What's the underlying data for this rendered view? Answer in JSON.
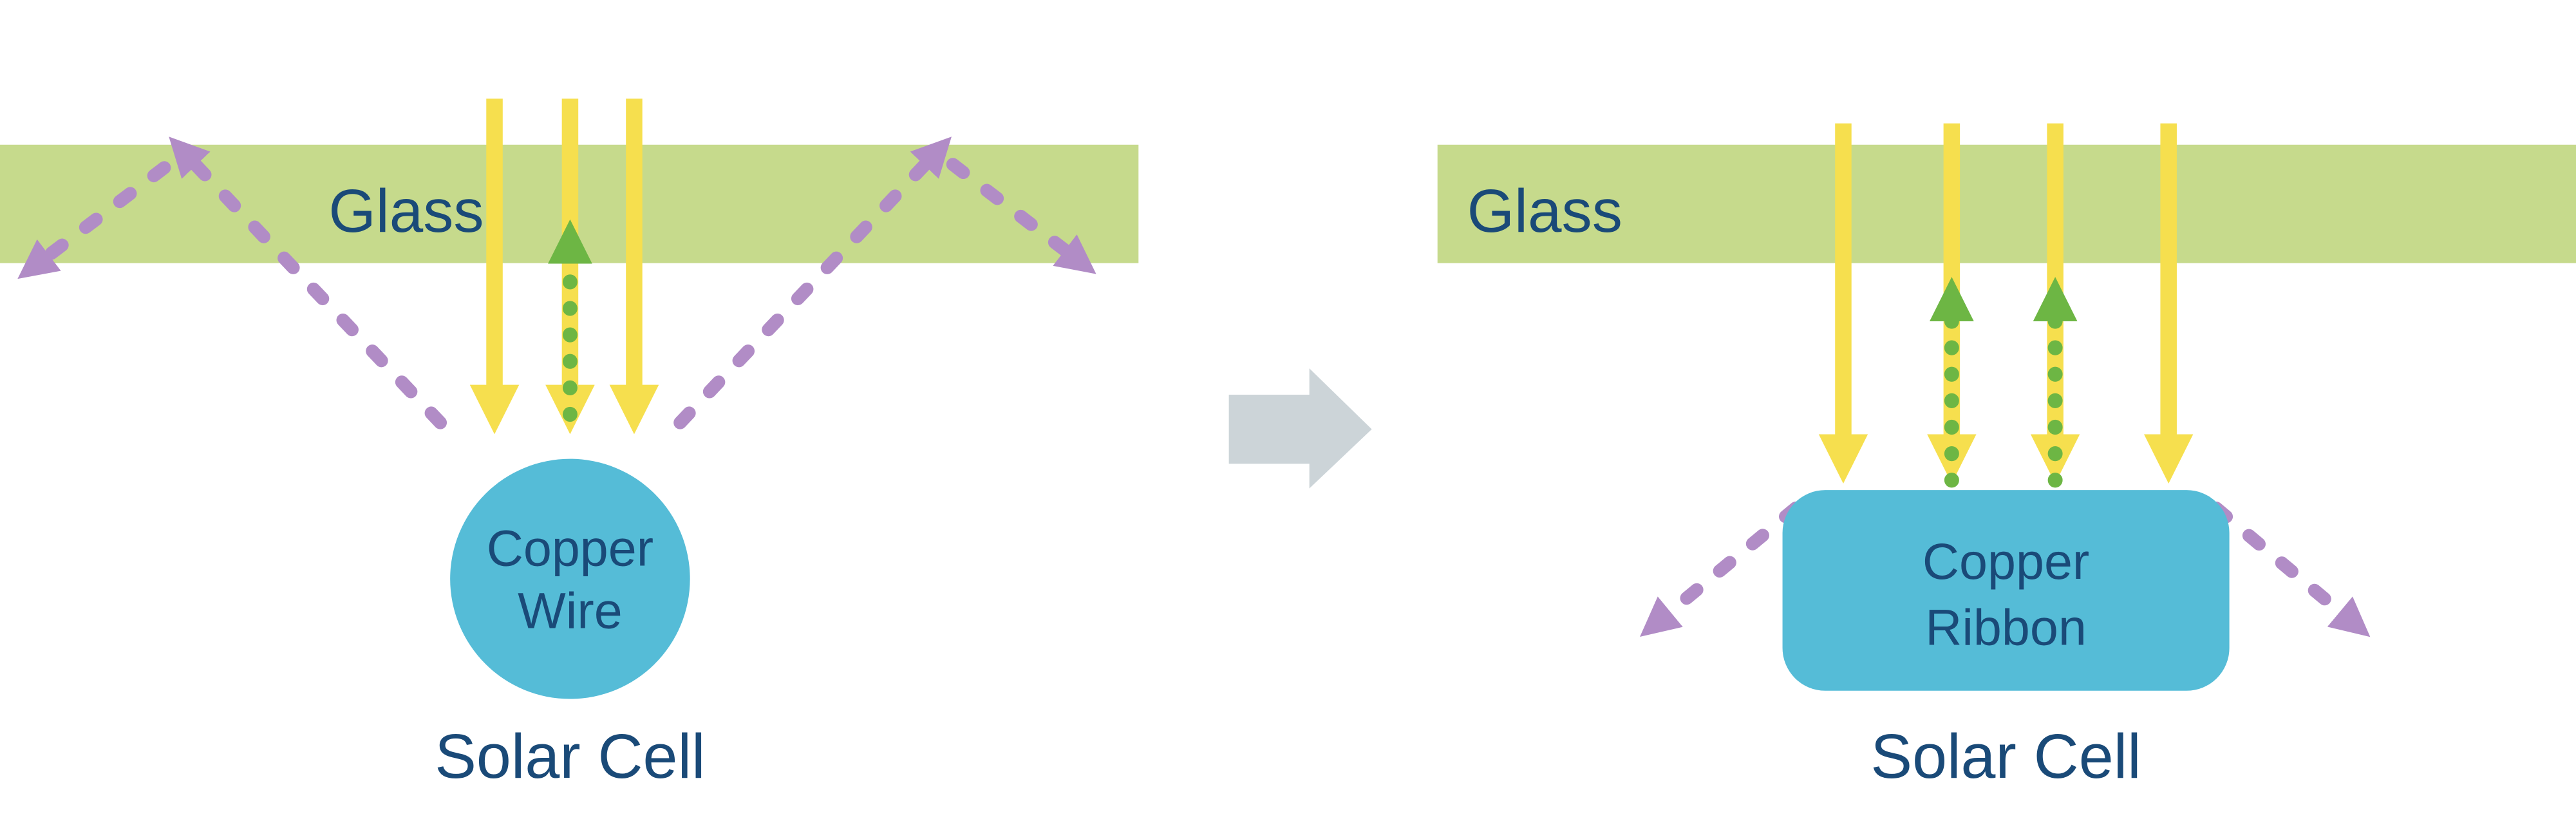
{
  "colors": {
    "glass_green": "#c6da8c",
    "sunlight_yellow": "#f6df4e",
    "absorbed_green": "#6db644",
    "reflected_purple": "#b18cc6",
    "conductor_blue": "#55bcd7",
    "label_navy": "#1a4a78",
    "transition_gray": "#ccd4d8"
  },
  "left_diagram": {
    "glass_label": "Glass",
    "conductor_line1": "Copper",
    "conductor_line2": "Wire",
    "cell_label": "Solar Cell"
  },
  "right_diagram": {
    "glass_label": "Glass",
    "conductor_line1": "Copper",
    "conductor_line2": "Ribbon",
    "cell_label": "Solar Cell"
  }
}
